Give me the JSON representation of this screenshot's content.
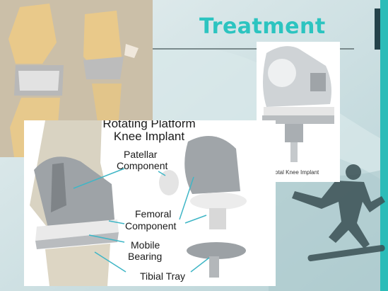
{
  "slide": {
    "title": "Treatment"
  },
  "diagram": {
    "title_line1": "Rotating Platform",
    "title_line2": "Knee Implant",
    "labels": {
      "patellar_1": "Patellar",
      "patellar_2": "Component",
      "femoral_1": "Femoral",
      "femoral_2": "Component",
      "mobile_1": "Mobile",
      "mobile_2": "Bearing",
      "tibial": "Tibial Tray"
    }
  },
  "photo_caption": "Total Knee Implant",
  "colors": {
    "title": "#2cc4c0",
    "accent_bar": "#2cbcb8",
    "dark_square": "#24424a",
    "background": "#cfe1e3"
  }
}
